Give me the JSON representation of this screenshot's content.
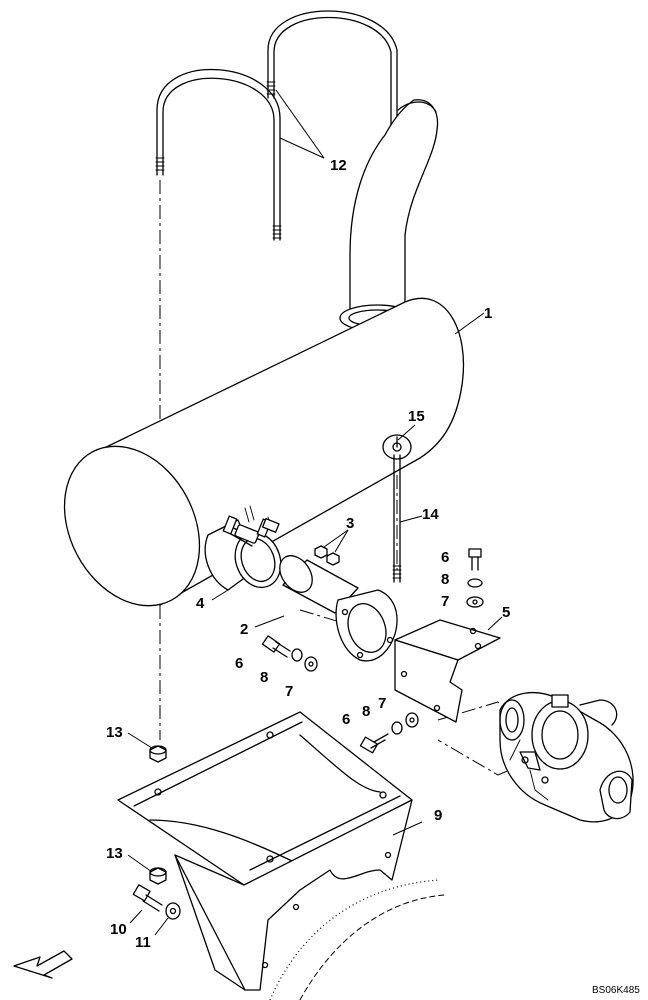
{
  "callouts": {
    "c1": "1",
    "c2": "2",
    "c3": "3",
    "c4": "4",
    "c5": "5",
    "c6a": "6",
    "c6b": "6",
    "c6c": "6",
    "c7a": "7",
    "c7b": "7",
    "c7c": "7",
    "c8a": "8",
    "c8b": "8",
    "c8c": "8",
    "c9": "9",
    "c10": "10",
    "c11": "11",
    "c12": "12",
    "c13a": "13",
    "c13b": "13",
    "c14": "14",
    "c15": "15"
  },
  "drawing_code": "BS06K485",
  "icons": {
    "direction": "arrow-down-left-icon"
  }
}
